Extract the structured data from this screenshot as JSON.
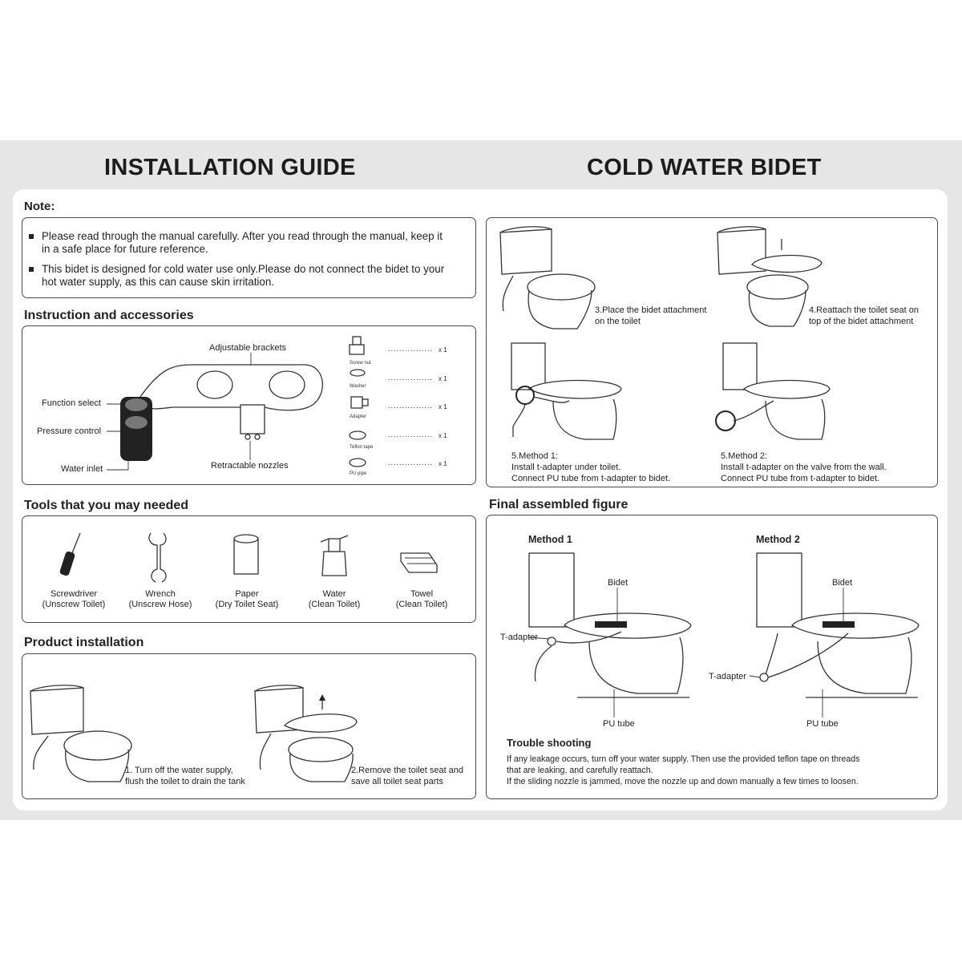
{
  "titles": {
    "left": "INSTALLATION GUIDE",
    "right": "COLD WATER BIDET"
  },
  "note": {
    "heading": "Note:",
    "line1a": "Please read through the manual carefully. After you read through the manual, keep it",
    "line1b": "in a safe place for future reference.",
    "line2a": "This bidet is designed for cold water use only.Please do not connect the bidet to your",
    "line2b": "hot water supply, as this can cause skin irritation."
  },
  "accessories": {
    "heading": "Instruction and accessories",
    "adjustable_brackets": "Adjustable brackets",
    "function_select": "Function select",
    "pressure_control": "Pressure control",
    "water_inlet": "Water inlet",
    "retractable_nozzles": "Retractable nozzles",
    "items": [
      {
        "name": "Screw nut",
        "qty": "x 1"
      },
      {
        "name": "Washer",
        "qty": "x 1"
      },
      {
        "name": "Adapter",
        "qty": "x 1"
      },
      {
        "name": "Teflon tape",
        "qty": "x 1"
      },
      {
        "name": "PU pipe",
        "qty": "x 1"
      }
    ],
    "dots": "................"
  },
  "tools": {
    "heading": "Tools that you may needed",
    "items": [
      {
        "name": "Screwdriver",
        "use": "(Unscrew Toilet)"
      },
      {
        "name": "Wrench",
        "use": "(Unscrew Hose)"
      },
      {
        "name": "Paper",
        "use": "(Dry Toilet Seat)"
      },
      {
        "name": "Water",
        "use": "(Clean Toilet)"
      },
      {
        "name": "Towel",
        "use": "(Clean Toilet)"
      }
    ]
  },
  "product_installation": {
    "heading": "Product installation",
    "step1a": "1. Turn off the water supply,",
    "step1b": "flush the toilet to drain the tank",
    "step2a": "2.Remove the toilet seat and",
    "step2b": "save all toilet seat parts"
  },
  "steps_right": {
    "step3a": "3.Place the bidet attachment",
    "step3b": "on the toilet",
    "step4a": "4.Reattach the toilet seat on",
    "step4b": "top of the bidet attachment",
    "step5_1a": "5.Method 1:",
    "step5_1b": "Install t-adapter under toilet.",
    "step5_1c": "Connect PU tube from t-adapter to bidet.",
    "step5_2a": "5.Method 2:",
    "step5_2b": "Install t-adapter on the valve from the wall.",
    "step5_2c": "Connect PU tube from t-adapter to bidet."
  },
  "final": {
    "heading": "Final assembled figure",
    "method1": "Method 1",
    "method2": "Method 2",
    "bidet": "Bidet",
    "t_adapter": "T-adapter",
    "pu_tube": "PU tube"
  },
  "trouble": {
    "heading": "Trouble shooting",
    "line1": "If any leakage occurs, turn off your water supply. Then use the provided teflon tape on threads",
    "line2": "that are leaking, and carefully reattach.",
    "line3": "If the sliding nozzle is jammed, move the nozzle up and down manually a few times to loosen."
  }
}
